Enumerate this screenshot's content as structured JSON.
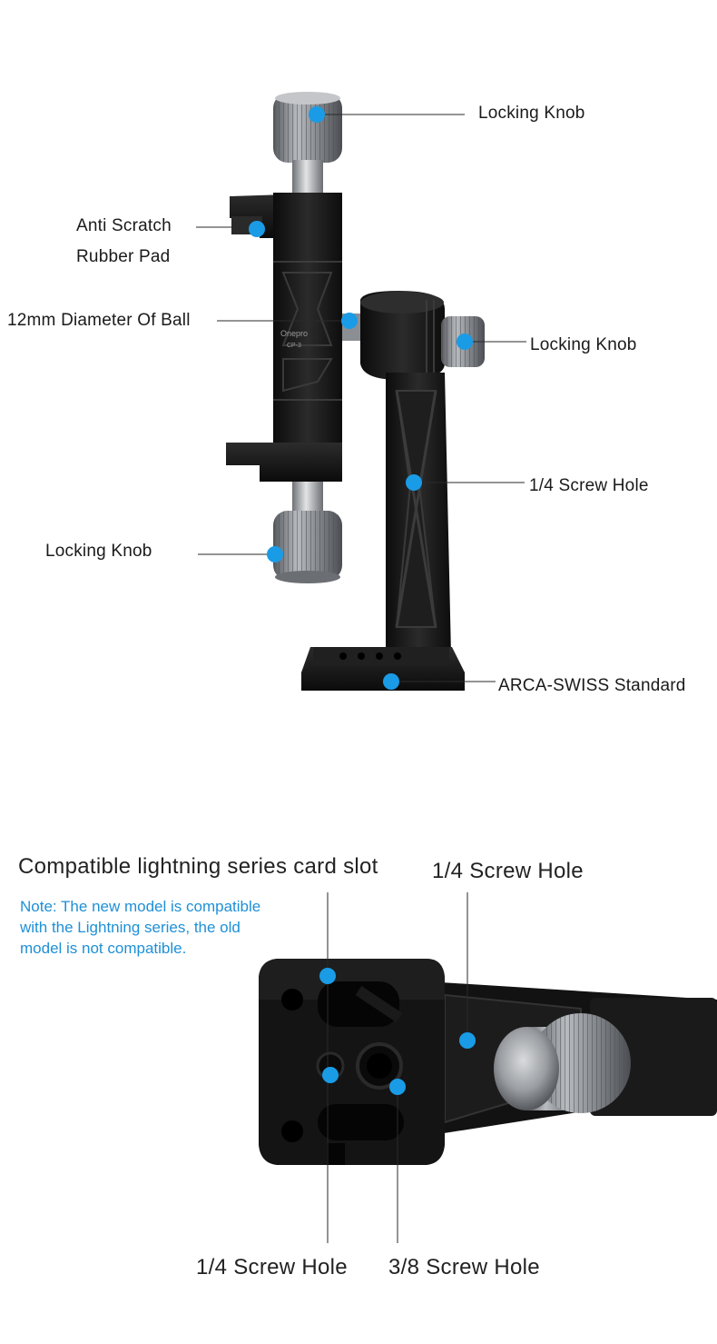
{
  "colors": {
    "accent": "#1a9be6",
    "metal_dark": "#141414",
    "metal_grey": "#8a8d91"
  },
  "top_section": {
    "labels": {
      "locking_knob_top": "Locking Knob",
      "anti_scratch_line1": "Anti Scratch",
      "anti_scratch_line2": "Rubber Pad",
      "ball_diameter": "12mm Diameter Of Ball",
      "locking_knob_right": "Locking Knob",
      "screw_hole": "1/4 Screw Hole",
      "locking_knob_bottom": "Locking Knob",
      "arca_swiss": "ARCA-SWISS Standard"
    },
    "body_marking": {
      "brand": "Onepro",
      "model": "CP-3"
    }
  },
  "bottom_section": {
    "labels": {
      "card_slot": "Compatible lightning series card slot",
      "screw_hole_top": "1/4 Screw Hole",
      "screw_hole_bottom_left": "1/4 Screw Hole",
      "screw_hole_bottom_right": "3/8 Screw Hole"
    },
    "note": {
      "line1": "Note: The new model is compatible",
      "line2": "with the Lightning series, the old",
      "line3": "model is not compatible."
    }
  }
}
